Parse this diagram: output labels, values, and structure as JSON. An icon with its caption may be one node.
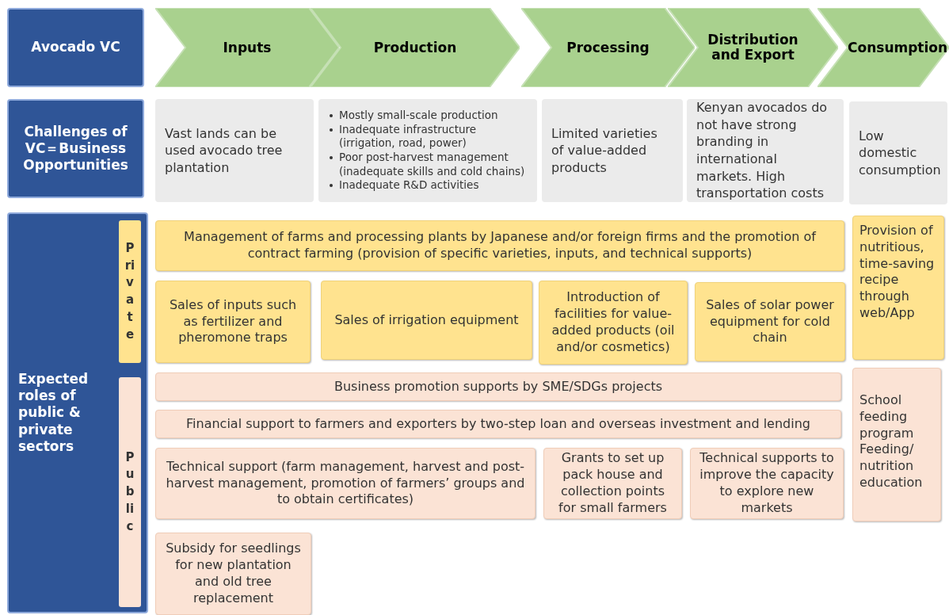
{
  "diagram": {
    "nodes": [
      {
        "text": [
          "Avocado VC"
        ]
      },
      {
        "text": [
          "Inputs"
        ]
      },
      {
        "text": [
          "Production"
        ]
      },
      {
        "text": [
          "Processing"
        ]
      },
      {
        "text": [
          "Distribution and Export"
        ]
      },
      {
        "text": [
          "Consumption"
        ]
      },
      {
        "text": [
          "Challenges of VC＝Business Opportunities"
        ]
      },
      {
        "text": [
          "Vast lands  can be used avocado tree plantation"
        ]
      },
      {
        "text": [
          "Mostly small-scale production",
          "Inadequate infrastructure (irrigation, road, power)",
          "Poor post-harvest management (inadequate skills and cold chains)",
          "Inadequate R&D activities"
        ]
      },
      {
        "text": [
          "Limited varieties of value-added products"
        ]
      },
      {
        "text": [
          "Kenyan avocados do not have strong branding in international markets. High transportation costs"
        ]
      },
      {
        "text": [
          "Low domestic consumption"
        ]
      },
      {
        "text": [
          "Expected roles of public & private sectors"
        ]
      },
      {
        "text": [
          "Private"
        ],
        "in": 12
      },
      {
        "text": [
          "Public"
        ],
        "in": 12
      },
      {
        "text": [
          "Management of farms and processing plants by Japanese and/or foreign firms and the promotion of contract farming (provision of specific varieties, inputs, and technical supports)"
        ]
      },
      {
        "text": [
          "Sales of  inputs such as fertilizer and pheromone traps"
        ]
      },
      {
        "text": [
          "Sales of irrigation equipment"
        ]
      },
      {
        "text": [
          "Introduction of facilities for value-added products (oil and/or cosmetics)"
        ]
      },
      {
        "text": [
          "Sales of solar power equipment for cold chain"
        ]
      },
      {
        "text": [
          "Provision of nutritious, time-saving recipe through web/App"
        ]
      },
      {
        "text": [
          "Business promotion supports by SME/SDGs  projects"
        ]
      },
      {
        "text": [
          "Financial support to farmers and exporters by two-step loan and overseas investment and lending"
        ]
      },
      {
        "text": [
          "Technical support (farm management, harvest and post-harvest management,   promotion of farmers’ groups  and to obtain certificates)"
        ]
      },
      {
        "text": [
          "Grants to set up pack house and collection points for small farmers"
        ]
      },
      {
        "text": [
          "Technical supports to improve the capacity to explore new markets"
        ]
      },
      {
        "text": [
          "School feeding program",
          "Feeding/ nutrition education"
        ]
      },
      {
        "text": [
          "Subsidy for seedlings for new plantation and old tree replacement"
        ]
      }
    ]
  }
}
